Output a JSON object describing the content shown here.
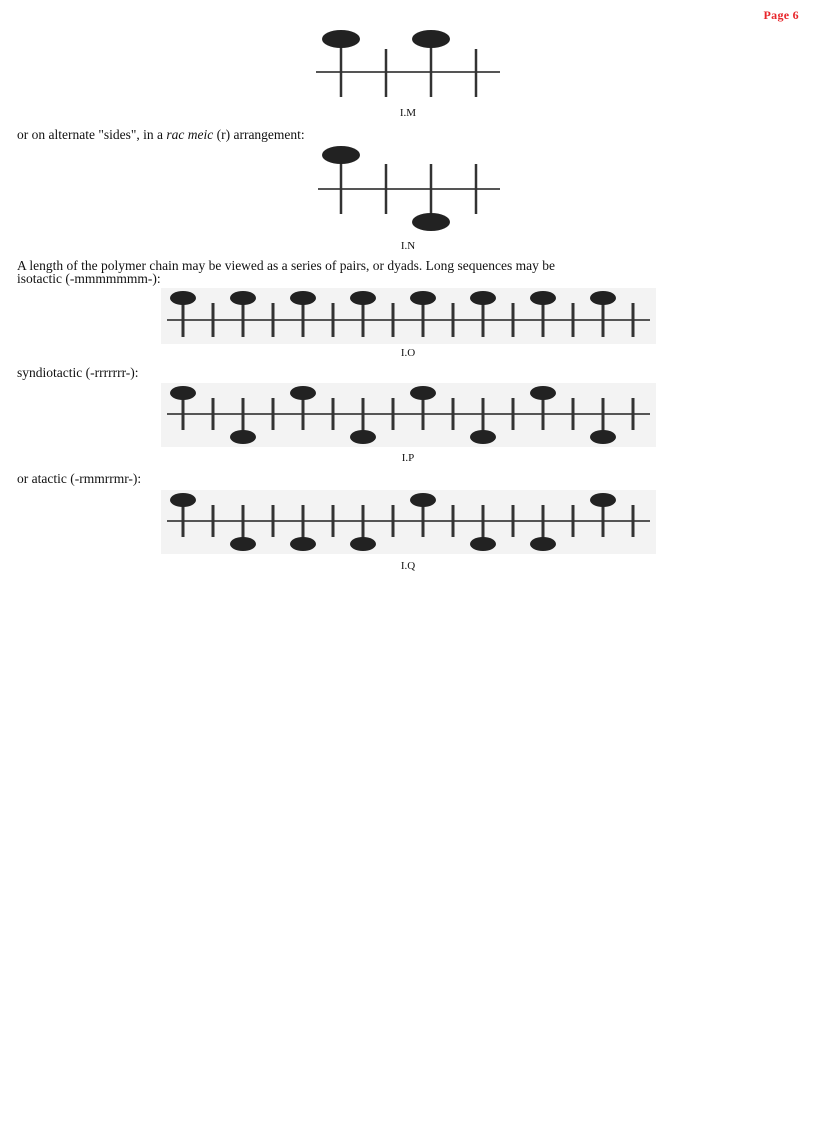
{
  "page": {
    "label": "Page 6",
    "accent_color": "#e8262b"
  },
  "figures": {
    "LM": {
      "caption": "I.M",
      "ticks": 4,
      "blobs": [
        "up",
        "none",
        "up",
        "none"
      ]
    },
    "LN": {
      "caption": "I.N",
      "ticks": 4,
      "blobs": [
        "up",
        "none",
        "down",
        "none"
      ]
    },
    "LO": {
      "caption": "I.O",
      "ticks": 16,
      "pattern": "isotactic",
      "blobs": [
        "up",
        "none",
        "up",
        "none",
        "up",
        "none",
        "up",
        "none",
        "up",
        "none",
        "up",
        "none",
        "up",
        "none",
        "up",
        "none"
      ]
    },
    "LP": {
      "caption": "I.P",
      "ticks": 16,
      "pattern": "syndiotactic",
      "blobs": [
        "up",
        "none",
        "down",
        "none",
        "up",
        "none",
        "down",
        "none",
        "up",
        "none",
        "down",
        "none",
        "up",
        "none",
        "down",
        "none"
      ]
    },
    "LQ": {
      "caption": "I.Q",
      "ticks": 16,
      "pattern": "atactic",
      "blobs": [
        "up",
        "none",
        "down",
        "none",
        "down",
        "none",
        "down",
        "none",
        "up",
        "none",
        "down",
        "none",
        "down",
        "none",
        "up",
        "none"
      ]
    }
  },
  "text": {
    "racmeso_pre": "or on alternate \"sides\", in a ",
    "racmeso_italic": "rac meic",
    "racmeso_post": " (r) arrangement:",
    "dyads_line1": "A length of the polymer chain may be viewed as a series of pairs, or dyads. Long sequences may be",
    "dyads_line2": "isotactic (-mmmmmmm-):",
    "syndio": "syndiotactic (-rrrrrrr-):",
    "atactic": "or atactic (-rmmrrmr-):"
  }
}
